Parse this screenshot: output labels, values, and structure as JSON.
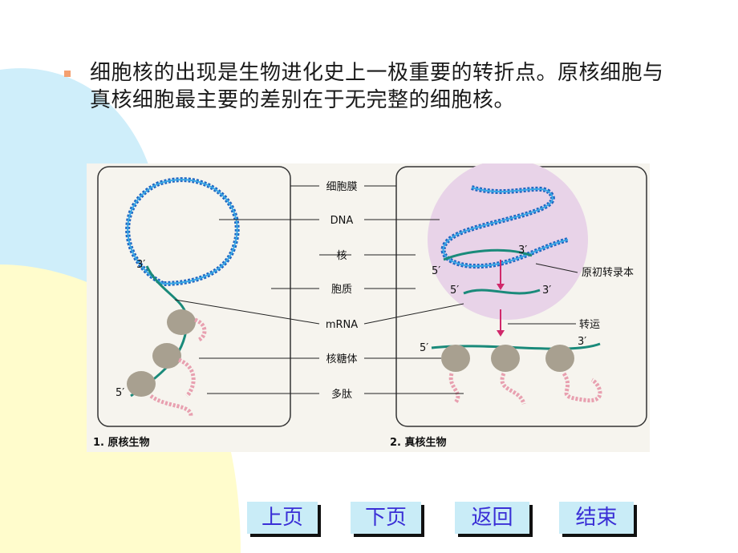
{
  "bullet_text": "细胞核的出现是生物进化史上一极重要的转折点。原核细胞与真核细胞最主要的差别在于无完整的细胞核。",
  "figure": {
    "labels": {
      "membrane": "细胞膜",
      "dna": "DNA",
      "nucleus": "核",
      "cytoplasm": "胞质",
      "mrna": "mRNA",
      "ribosome": "核糖体",
      "peptide": "多肽",
      "primary_transcript": "原初转录本",
      "transport": "转运"
    },
    "ends": {
      "p3": "3′",
      "p5": "5′"
    },
    "captions": {
      "prokaryote": "1. 原核生物",
      "eukaryote": "2. 真核生物"
    }
  },
  "nav": {
    "prev": "上页",
    "next": "下页",
    "back": "返回",
    "end": "结束"
  },
  "colors": {
    "accent_blue": "#cfeefa",
    "accent_yellow": "#fffccc",
    "nav_text": "#3a2fd6"
  }
}
